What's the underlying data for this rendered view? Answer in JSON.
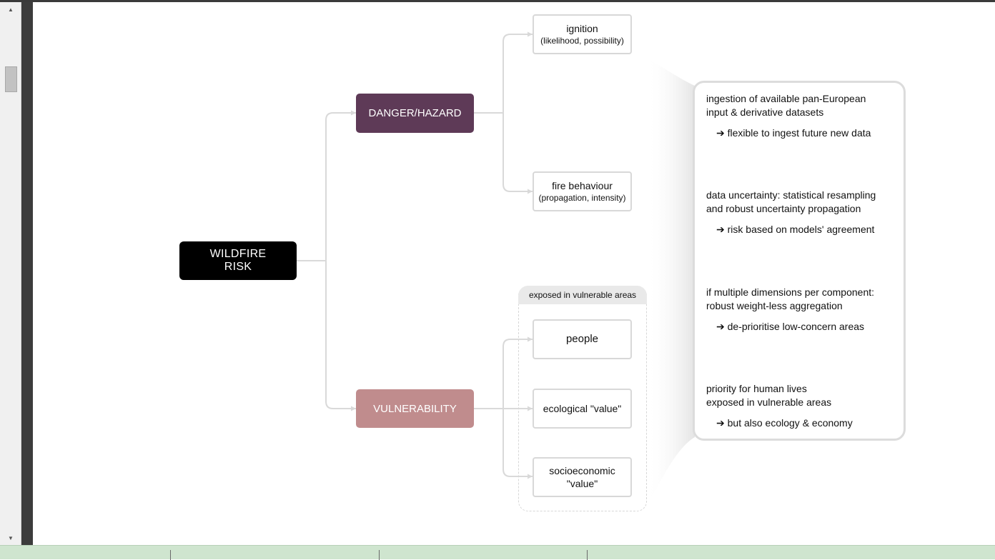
{
  "diagram": {
    "root": {
      "line1": "WILDFIRE",
      "line2": "RISK"
    },
    "danger": {
      "label": "DANGER/HAZARD"
    },
    "vulnerability": {
      "label": "VULNERABILITY"
    },
    "ignition": {
      "title": "ignition",
      "subtitle": "(likelihood, possibility)"
    },
    "fire_behaviour": {
      "title": "fire behaviour",
      "subtitle": "(propagation, intensity)"
    },
    "exposed_group": {
      "label": "exposed in vulnerable areas"
    },
    "people": {
      "label": "people"
    },
    "ecological": {
      "label": "ecological \"value\""
    },
    "socioeconomic": {
      "line1": "socioeconomic",
      "line2": "\"value\""
    }
  },
  "info_box": {
    "items": [
      {
        "line1": "ingestion of available pan-European",
        "line2": "input & derivative datasets",
        "sub": "➔ flexible to ingest future new data"
      },
      {
        "line1": "data uncertainty: statistical resampling",
        "line2": "and robust uncertainty propagation",
        "sub": "➔ risk based on models' agreement"
      },
      {
        "line1": "if multiple dimensions per component:",
        "line2": "robust weight-less aggregation",
        "sub": "➔ de-prioritise low-concern areas"
      },
      {
        "line1": "priority for human lives",
        "line2": "exposed in vulnerable areas",
        "sub": "➔ but also ecology & economy"
      }
    ]
  },
  "colors": {
    "root_bg": "#000000",
    "danger_bg": "#5e3a57",
    "vulnerability_bg": "#c08c8d",
    "connector": "#d9d9d9",
    "status_bar": "#cfe5cf"
  },
  "icons": {
    "scroll_up": "▲",
    "scroll_down": "▼"
  }
}
